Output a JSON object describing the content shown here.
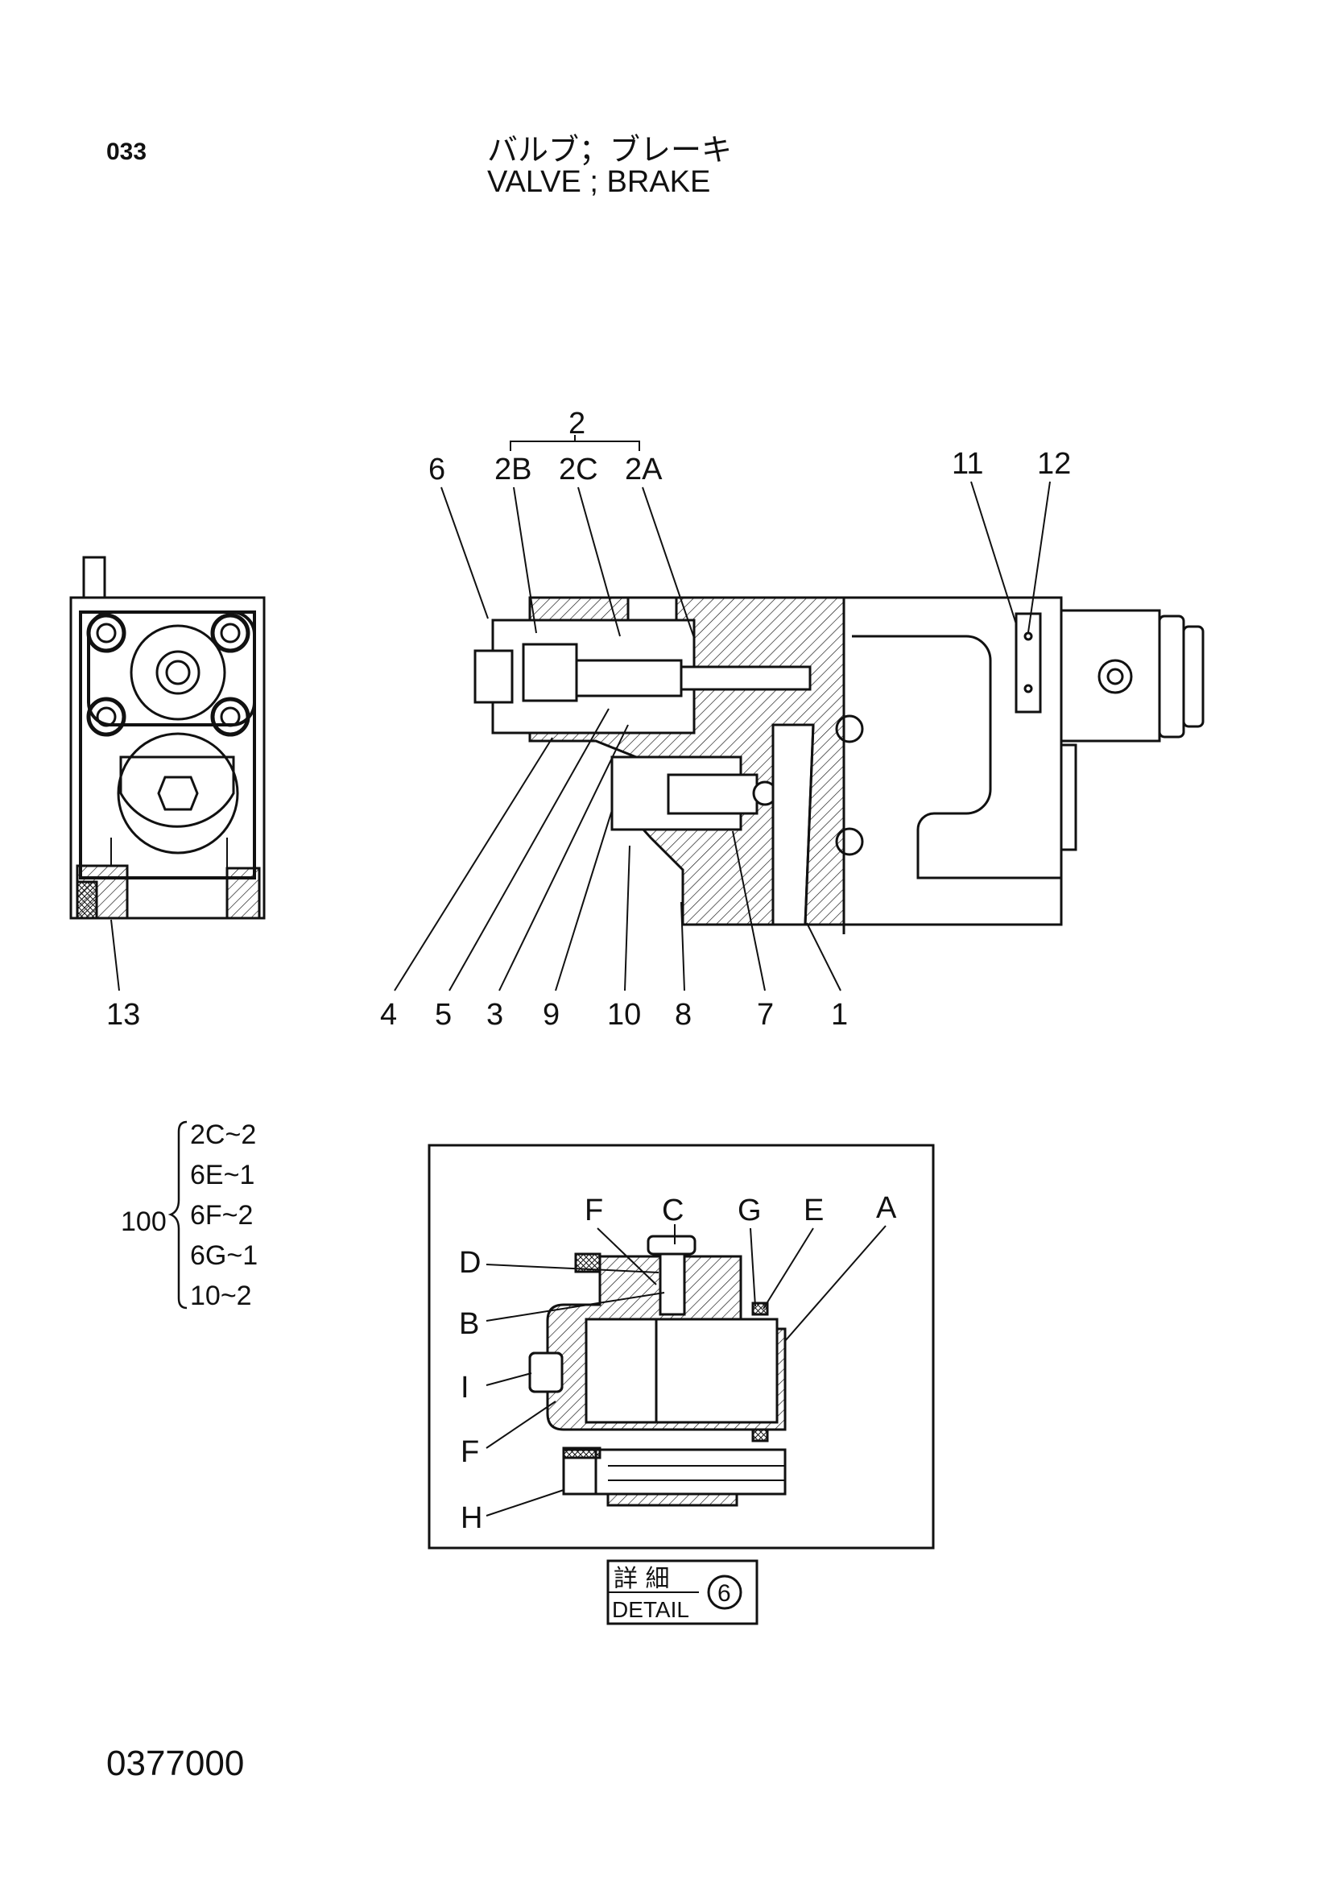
{
  "header": {
    "page_number": "033",
    "title_jp": "バルブ；ブレーキ",
    "title_en": "VALVE ; BRAKE"
  },
  "footer": {
    "document_code": "0377000"
  },
  "main_view": {
    "top_labels": {
      "group": "2",
      "l6": "6",
      "l2b": "2B",
      "l2c": "2C",
      "l2a": "2A",
      "l11": "11",
      "l12": "12"
    },
    "bottom_labels": {
      "l4": "4",
      "l5": "5",
      "l3": "3",
      "l9": "9",
      "l10": "10",
      "l8": "8",
      "l7": "7",
      "l1": "1"
    }
  },
  "side_view": {
    "label_13": "13"
  },
  "kit": {
    "number": "100",
    "items": [
      "2C~2",
      "6E~1",
      "6F~2",
      "6G~1",
      "10~2"
    ]
  },
  "detail_view": {
    "labels": {
      "F_top": "F",
      "C": "C",
      "G": "G",
      "E": "E",
      "A": "A",
      "D": "D",
      "B": "B",
      "I": "I",
      "F_side": "F",
      "H": "H"
    },
    "caption_jp": "詳 細",
    "caption_en": "DETAIL",
    "caption_num": "6"
  },
  "colors": {
    "line": "#111111",
    "background": "#ffffff"
  }
}
